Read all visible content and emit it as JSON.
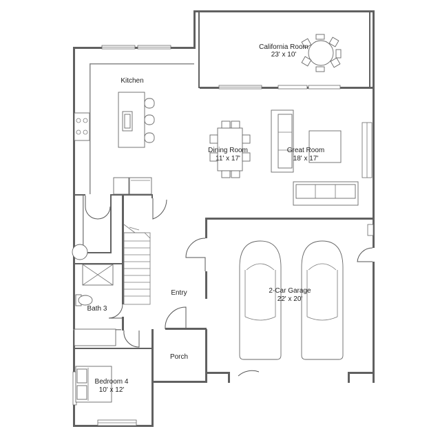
{
  "rooms": {
    "california": {
      "name": "California Room",
      "dims": "23' x 10'"
    },
    "kitchen": {
      "name": "Kitchen"
    },
    "dining": {
      "name": "Dining Room",
      "dims": "11' x 17'"
    },
    "great": {
      "name": "Great Room",
      "dims": "18' x 17'"
    },
    "entry": {
      "name": "Entry"
    },
    "bath3": {
      "name": "Bath 3"
    },
    "garage": {
      "name": "2-Car Garage",
      "dims": "22' x 20'"
    },
    "porch": {
      "name": "Porch"
    },
    "bedroom4": {
      "name": "Bedroom 4",
      "dims": "10' x 12'"
    }
  },
  "colors": {
    "wall": "#606060",
    "line": "#555555",
    "background": "#ffffff"
  }
}
